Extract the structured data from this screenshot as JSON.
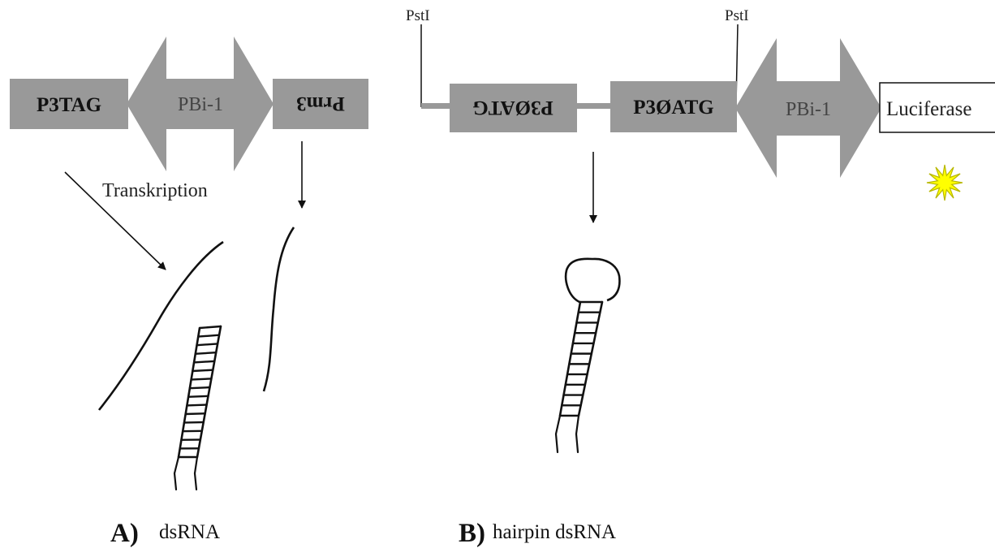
{
  "panel_a": {
    "left_box": "P3TAG",
    "promoter": "PBi-1",
    "right_box": "Prm3",
    "transcription": "Transkription",
    "caption_letter": "A)",
    "caption_text": "dsRNA"
  },
  "panel_b": {
    "site_left": "PstI",
    "site_right": "PstI",
    "inverted_box": "P3ØATG",
    "forward_box": "P3ØATG",
    "promoter": "PBi-1",
    "reporter": "Luciferase",
    "caption_letter": "B)",
    "caption_text": "hairpin dsRNA"
  },
  "colors": {
    "block_grey": "#999999",
    "line_black": "#111111",
    "star_fill": "#ffff00",
    "star_stroke": "#b8b800"
  },
  "icons": [
    "arrow-down-icon",
    "arrow-diagonal-icon",
    "star-icon",
    "hairpin-icon",
    "ladder-icon"
  ]
}
